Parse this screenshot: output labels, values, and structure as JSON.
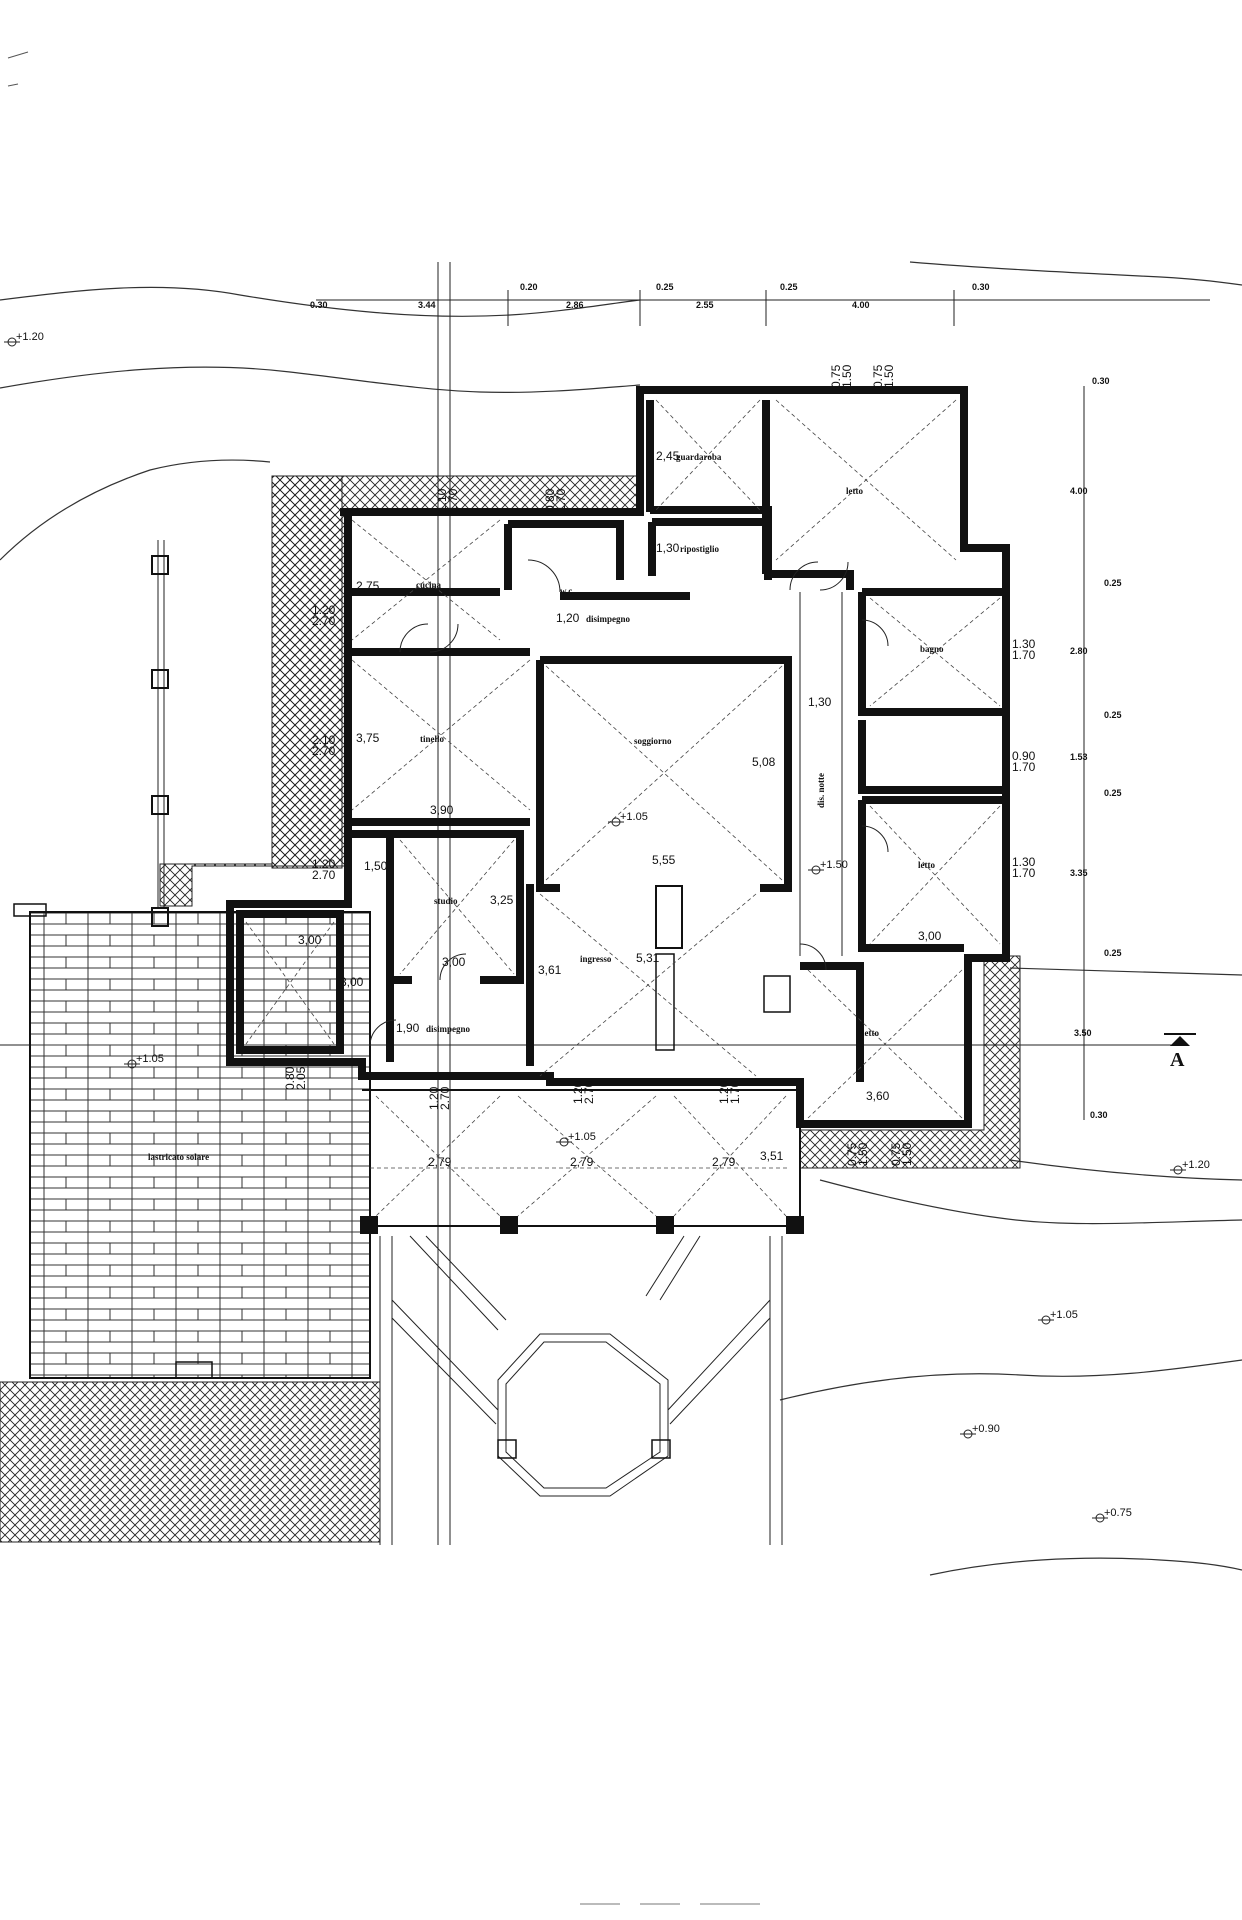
{
  "rooms": {
    "cucina": "cucina",
    "wc": "w.c.",
    "ripostiglio": "ripostiglio",
    "guardaroba": "guardaroba",
    "letto_top": "letto",
    "disimpegno_top": "disimpegno",
    "bagno": "bagno",
    "tinello": "tinello",
    "soggiorno": "soggiorno",
    "disimpegno_notte": "dis. notte",
    "letto_mid": "letto",
    "studio": "studio",
    "ingresso": "ingresso",
    "disimpegno_bottom": "disimpegno",
    "letto_bottom": "letto",
    "lastricato": "lastricato solare"
  },
  "dimensions_top": [
    "0.30",
    "3.44",
    "0.20",
    "2.86",
    "0.25",
    "2.55",
    "0.25",
    "4.00",
    "0.30"
  ],
  "dimensions_right": [
    "0.30",
    "4.00",
    "0.25",
    "2.80",
    "0.25",
    "1.53",
    "0.25",
    "3.35",
    "0.25",
    "3.50",
    "0.30"
  ],
  "room_dims": {
    "guardaroba_w": "2,45",
    "ripostiglio_w": "1,30",
    "cucina_w": "2,75",
    "dis_top_w": "1,20",
    "tinello_w": "3,75",
    "tinello_l": "3,90",
    "soggiorno_h": "5,08",
    "soggiorno_l": "5,55",
    "dis_notte_w": "1,30",
    "studio_w": "1,50",
    "studio_h": "3,25",
    "studio_l": "3,00",
    "stair_1": "3,00",
    "stair_2": "3,00",
    "ingresso_w": "3,61",
    "ingresso_l": "5,31",
    "dis_bottom_w": "1,90",
    "letto_mid_l": "3,00",
    "letto_bottom_l": "3,60",
    "portico_1": "2,79",
    "portico_2": "2,79",
    "portico_3": "2,79",
    "portico_4": "3,51"
  },
  "openings": {
    "w_left_1": "1.20\n2.70",
    "w_left_2": "2.10\n2.70",
    "w_left_3": "1.20\n2.70",
    "w_top_1": "1.10\n1.70",
    "w_top_2": "0.80\n1.70",
    "w_top_3": "0.75\n1.50",
    "w_top_4": "0.75\n1.50",
    "w_right_1": "1.30\n1.70",
    "w_right_2": "0.90\n1.70",
    "w_right_3": "1.30\n1.70",
    "w_bot_1": "0.80\n2.05",
    "w_bot_2": "1.20\n2.70",
    "w_bot_3": "1.20\n2.70",
    "w_bot_4": "1.20\n1.70",
    "w_bot_5": "0.75\n1.50",
    "w_bot_6": "0.75\n1.50"
  },
  "elevations": {
    "e1": "+1.20",
    "e2": "+1.05",
    "e3": "+1.50",
    "e4": "+1.05",
    "e5": "+1.05",
    "e6": "+1.20",
    "e7": "+1.05",
    "e8": "+0.90",
    "e9": "+0.75"
  },
  "section_marker": "A",
  "colors": {
    "ink": "#111111",
    "paper": "#ffffff"
  }
}
